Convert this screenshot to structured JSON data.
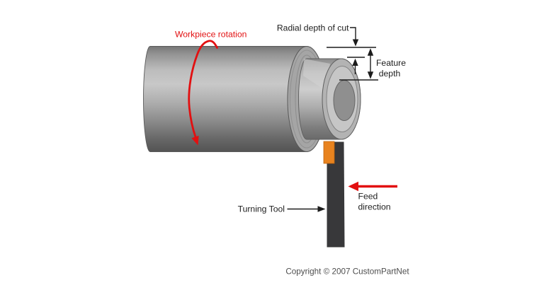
{
  "figure": {
    "name": "turning-operation-diagram",
    "labels": {
      "workpiece_rotation": "Workpiece rotation",
      "radial_depth_of_cut": "Radial depth of cut",
      "feature_depth": {
        "line1": "Feature",
        "line2": "depth"
      },
      "feed_direction": {
        "line1": "Feed",
        "line2": "direction"
      },
      "turning_tool": "Turning Tool"
    },
    "footer": {
      "copyright": "Copyright © 2007 CustomPartNet"
    },
    "colors": {
      "background": "#ffffff",
      "annotation_red": "#e21011",
      "dimension_black": "#1c1c1c",
      "tool_insert_orange": "#e8831f",
      "tool_shank_dark": "#38383a",
      "workpiece_gray_light": "#c7c7c7",
      "workpiece_gray_dark": "#575757",
      "copyright_gray": "#4e4e4e"
    }
  }
}
